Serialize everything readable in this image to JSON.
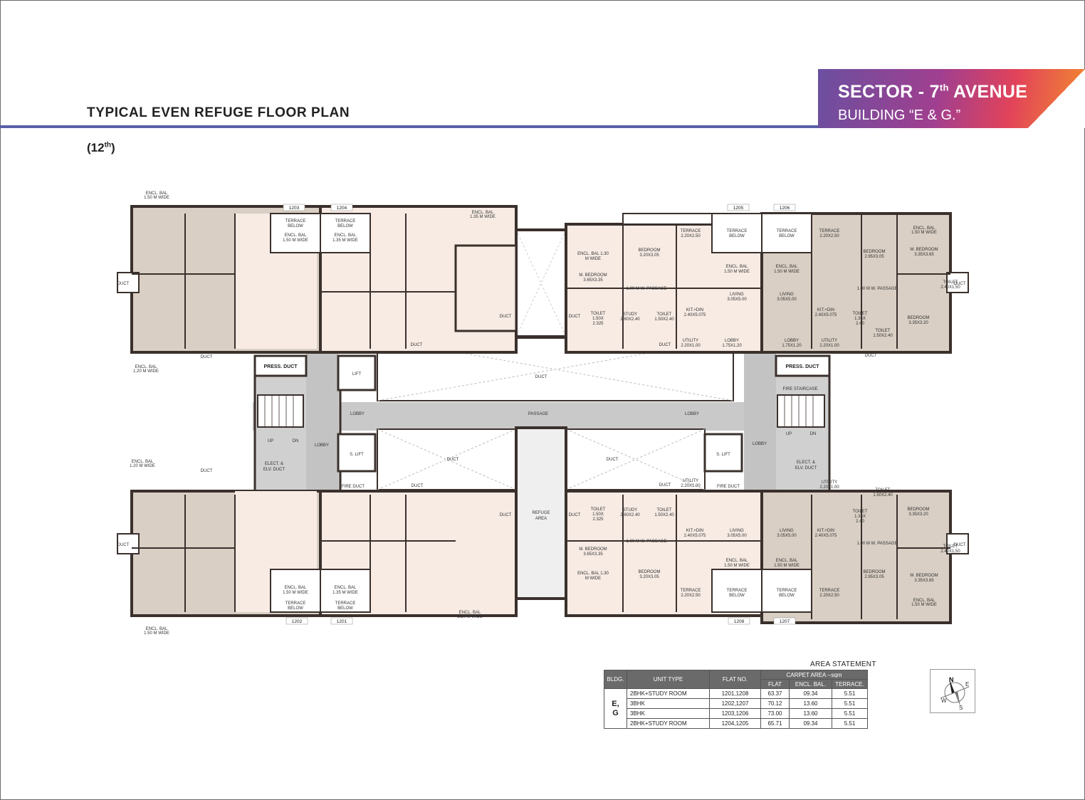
{
  "header": {
    "title": "TYPICAL EVEN REFUGE FLOOR PLAN",
    "floor_prefix": "(12",
    "floor_sup": "th",
    "floor_suffix": ")",
    "badge_line1": "SECTOR - 7",
    "badge_sup": "th",
    "badge_line1_suffix": " AVENUE",
    "badge_line2": "BUILDING “E & G.”",
    "accent_color": "#5b5fa8"
  },
  "plan": {
    "flat_tags": [
      "1203",
      "1204",
      "1205",
      "1206",
      "1202",
      "1201",
      "1208",
      "1207"
    ],
    "core": {
      "press_duct": "PRESS. DUCT",
      "lift": "LIFT",
      "s_lift": "S. LIFT",
      "duct": "DUCT",
      "lobby": "LOBBY",
      "passage": "PASSAGE",
      "fire_staircase": "FIRE STAIRCASE",
      "up": "UP",
      "dn": "DN",
      "elect": "ELECT. &",
      "elv": "ELV. DUCT",
      "refuge": "REFUGE",
      "area": "AREA",
      "fire_duct": "FIRE DUCT"
    },
    "rooms": {
      "terrace": "TERRACE",
      "terrace_size": "2.20X2.50",
      "terrace_below_1": "TERRACE",
      "terrace_below_2": "BELOW",
      "bedroom": "BEDROOM",
      "bedroom_size": "3.20X3.05",
      "bedroom_size_b": "2.95X3.05",
      "bedroom_size_c": "3.35X3.20",
      "m_bedroom": "M. BEDROOM",
      "m_bedroom_size": "3.65X3.35",
      "m_bedroom_size_b": "3.35X3.65",
      "living": "LIVING",
      "living_size": "3.05X5.00",
      "kit_din": "KIT.+DIN",
      "kit_din_size": "2.40X5.075",
      "study": "STUDY",
      "study_size": "2.60X2.40",
      "toilet": "TOILET",
      "toilet_size": "1.50X2.40",
      "toilet_size_b": "2.40X1.50",
      "toilet_size_c": "1.50X",
      "toilet_size_c2": "2.325",
      "toilet_size_d": "1.35X",
      "toilet_size_d2": "2.40",
      "utility": "UTILITY",
      "utility_size": "2.20X1.00",
      "lobby": "LOBBY",
      "lobby_size": "1.75X1.20",
      "passage": "1.00 M W. PASSAGE",
      "duct": "DUCT",
      "encl_bal": "ENCL. BAL",
      "encl_bal_w1": "1.50 M WIDE",
      "encl_bal_w2": "1.35 M WIDE",
      "encl_bal_w3": "1.20 M WIDE",
      "encl_bal_130": "ENCL. BAL 1.30",
      "m_wide": "M WIDE"
    }
  },
  "area_statement": {
    "title": "AREA STATEMENT",
    "headers": {
      "bldg": "BLDG.",
      "unit_type": "UNIT TYPE",
      "flat_no": "FLAT NO.",
      "carpet": "CARPET AREA --sqm",
      "flat": "FLAT",
      "encl_bal": "ENCL. BAL.",
      "terrace": "TERRACE."
    },
    "bldg": "E,\nG",
    "rows": [
      {
        "unit_type": "2BHK+STUDY ROOM",
        "flat_no": "1201,1208",
        "flat": "63.37",
        "encl_bal": "09.34",
        "terrace": "5.51"
      },
      {
        "unit_type": "3BHK",
        "flat_no": "1202,1207",
        "flat": "70.12",
        "encl_bal": "13.60",
        "terrace": "5.51"
      },
      {
        "unit_type": "3BHK",
        "flat_no": "1203,1206",
        "flat": "73.00",
        "encl_bal": "13.60",
        "terrace": "5.51"
      },
      {
        "unit_type": "2BHK+STUDY ROOM",
        "flat_no": "1204,1205",
        "flat": "65.71",
        "encl_bal": "09.34",
        "terrace": "5.51"
      }
    ]
  },
  "compass": {
    "n": "N",
    "e": "E",
    "s": "S",
    "w": "W"
  },
  "colors": {
    "wall": "#3a302c",
    "room_light": "#f7ebe4",
    "room_tan": "#d9cfc4",
    "core_grey": "#c9c9c9",
    "badge_start": "#6b4fa0",
    "badge_end": "#f28a2e"
  }
}
